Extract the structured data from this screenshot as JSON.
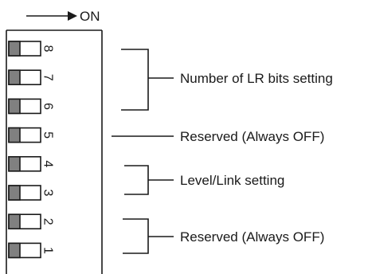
{
  "direction_label": "ON",
  "switches": [
    {
      "number": "8",
      "state": "OFF"
    },
    {
      "number": "7",
      "state": "OFF"
    },
    {
      "number": "6",
      "state": "OFF"
    },
    {
      "number": "5",
      "state": "OFF"
    },
    {
      "number": "4",
      "state": "OFF"
    },
    {
      "number": "3",
      "state": "OFF"
    },
    {
      "number": "2",
      "state": "OFF"
    },
    {
      "number": "1",
      "state": "OFF"
    }
  ],
  "annotations": [
    {
      "text": "Number of LR bits setting",
      "switches": [
        "8",
        "7",
        "6"
      ]
    },
    {
      "text": "Reserved (Always OFF)",
      "switches": [
        "5"
      ]
    },
    {
      "text": "Level/Link setting",
      "switches": [
        "4",
        "3"
      ]
    },
    {
      "text": "Reserved (Always OFF)",
      "switches": [
        "2",
        "1"
      ]
    }
  ],
  "colors": {
    "ink": "#1a1a1a",
    "knob": "#808080",
    "background": "#ffffff"
  }
}
